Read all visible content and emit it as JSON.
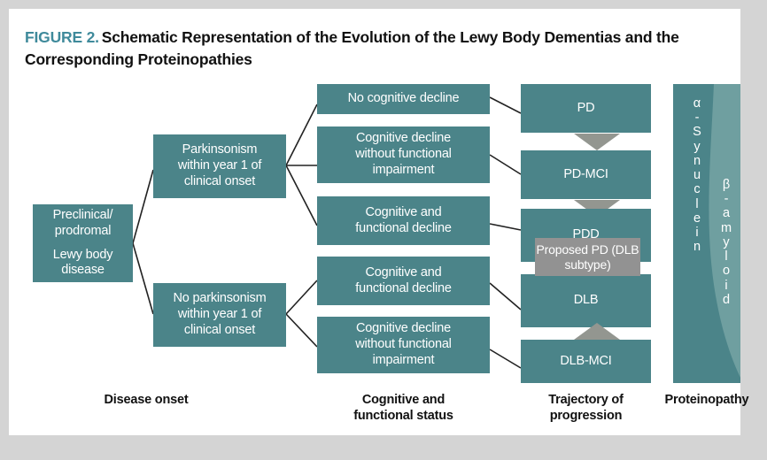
{
  "figure": {
    "label": "FIGURE 2.",
    "title": "Schematic Representation of the Evolution of the Lewy Body Dementias and the Corresponding Proteinopathies"
  },
  "colors": {
    "teal": "#4b8489",
    "teal_light": "#6f9fa0",
    "gray_arrow": "#939690",
    "gray_box": "#929292",
    "frame_gray": "#d4d4d4",
    "title_accent": "#3f8a9b"
  },
  "disease_onset": {
    "root": {
      "line1": "Preclinical/",
      "line2": "prodromal",
      "line3": "Lewy body",
      "line4": "disease"
    },
    "branches": [
      {
        "line1": "Parkinsonism",
        "line2": "within year 1 of",
        "line3": "clinical onset"
      },
      {
        "line1": "No parkinsonism",
        "line2": "within year 1 of",
        "line3": "clinical onset"
      }
    ]
  },
  "cognitive_status": [
    {
      "line1": "No cognitive decline",
      "line2": "",
      "line3": ""
    },
    {
      "line1": "Cognitive decline",
      "line2": "without functional",
      "line3": "impairment"
    },
    {
      "line1": "Cognitive and",
      "line2": "functional decline",
      "line3": ""
    },
    {
      "line1": "Cognitive and",
      "line2": "functional decline",
      "line3": ""
    },
    {
      "line1": "Cognitive decline",
      "line2": "without functional",
      "line3": "impairment"
    }
  ],
  "trajectory": [
    {
      "label": "PD"
    },
    {
      "label": "PD-MCI"
    },
    {
      "label": "PDD"
    },
    {
      "label": "DLB"
    },
    {
      "label": "DLB-MCI"
    }
  ],
  "proposed": {
    "line1": "Proposed PD",
    "line2": "(DLB subtype)"
  },
  "proteinopathy": {
    "alpha": [
      "α",
      "-",
      "S",
      "y",
      "n",
      "u",
      "c",
      "l",
      "e",
      "i",
      "n"
    ],
    "beta": [
      "β",
      "-",
      "a",
      "m",
      "y",
      "l",
      "o",
      "i",
      "d"
    ]
  },
  "captions": [
    {
      "line1": "Disease onset",
      "line2": ""
    },
    {
      "line1": "Cognitive and",
      "line2": "functional status"
    },
    {
      "line1": "Trajectory of",
      "line2": "progression"
    },
    {
      "line1": "Proteinopathy",
      "line2": ""
    }
  ]
}
